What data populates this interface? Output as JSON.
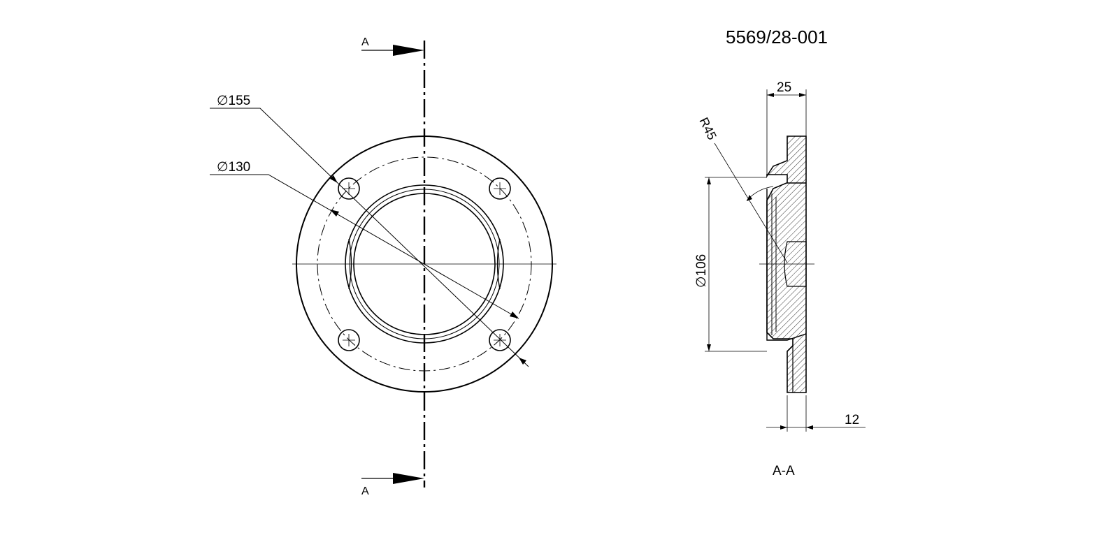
{
  "drawing": {
    "part_number": "5569/28-001",
    "section_marker_letter": "A",
    "section_view_label": "A-A",
    "dimensions": {
      "bolt_circle_outer_diameter": "∅155",
      "bolt_circle_diameter": "∅130",
      "bore_diameter": "∅106",
      "radius": "R45",
      "overall_thickness": "25",
      "flange_thickness": "12"
    }
  }
}
